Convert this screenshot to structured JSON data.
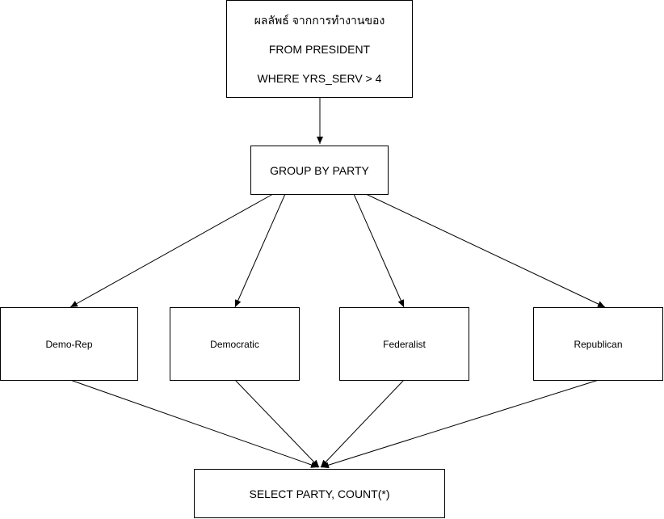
{
  "diagram": {
    "source": {
      "lines": [
        "ผลลัพธ์ จากการทำงานของ",
        "FROM PRESIDENT",
        "WHERE YRS_SERV > 4"
      ]
    },
    "group_by": {
      "label": "GROUP BY PARTY"
    },
    "parties": [
      {
        "label": "Demo-Rep"
      },
      {
        "label": "Democratic"
      },
      {
        "label": "Federalist"
      },
      {
        "label": "Republican"
      }
    ],
    "result": {
      "label": "SELECT PARTY, COUNT(*)"
    },
    "stroke_color": "#000000",
    "fill_color": "#ffffff"
  }
}
